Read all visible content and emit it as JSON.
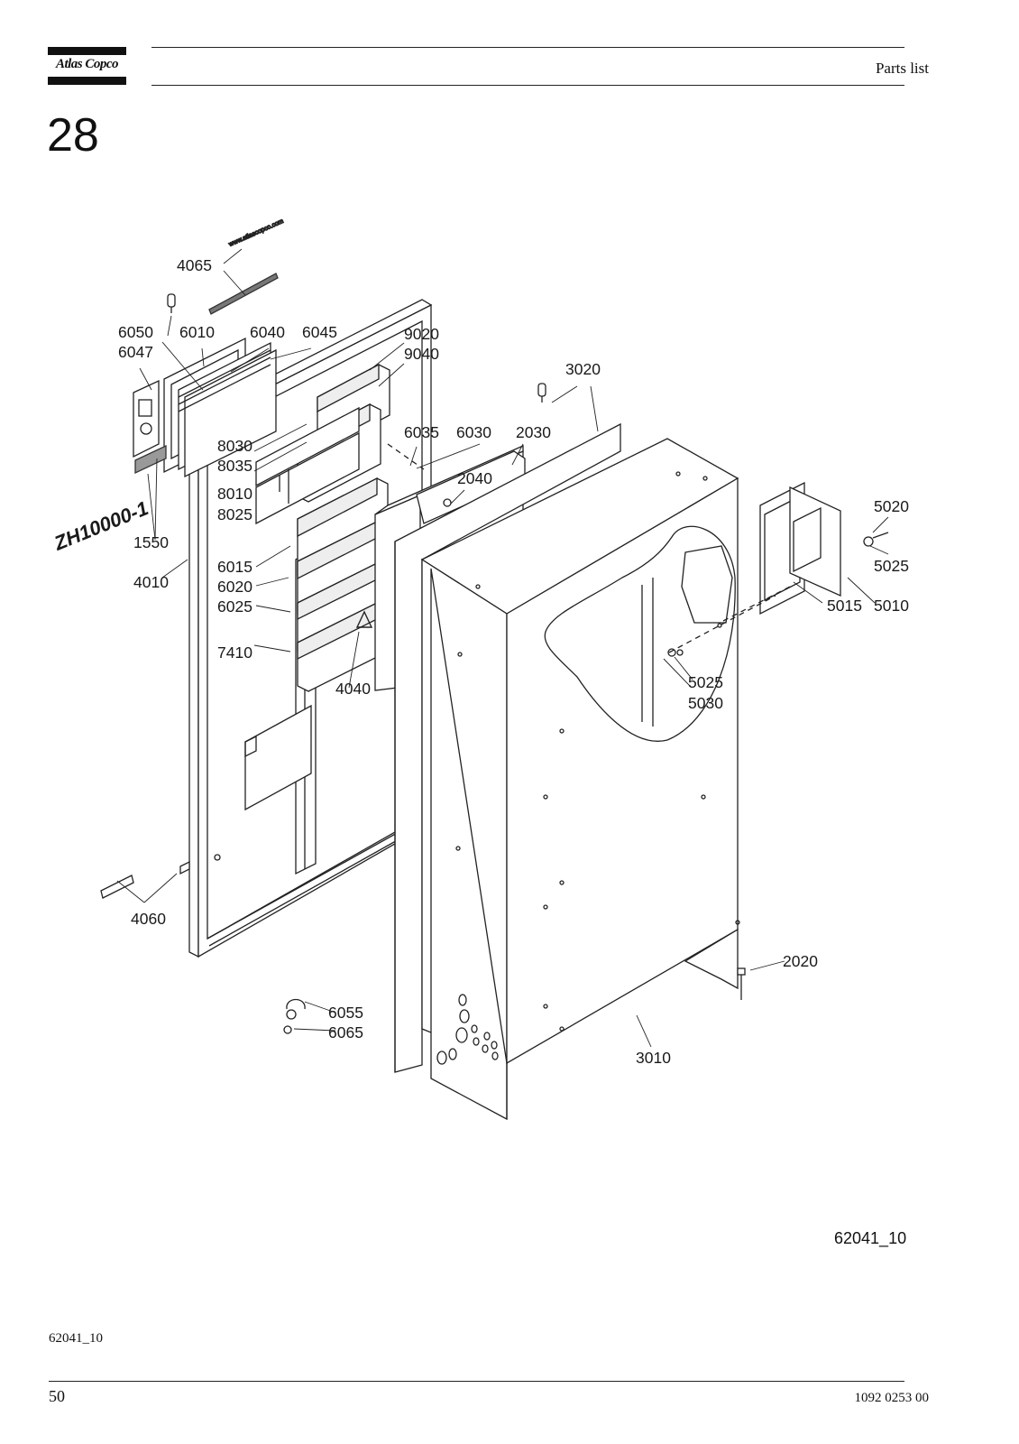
{
  "header": {
    "brand": "Atlas Copco",
    "title": "Parts list"
  },
  "section_number": "28",
  "diagram": {
    "labels": [
      {
        "id": "l4065",
        "text": "4065"
      },
      {
        "id": "l6050",
        "text": "6050"
      },
      {
        "id": "l6047",
        "text": "6047"
      },
      {
        "id": "l6010",
        "text": "6010"
      },
      {
        "id": "l6040",
        "text": "6040"
      },
      {
        "id": "l6045",
        "text": "6045"
      },
      {
        "id": "l9020",
        "text": "9020"
      },
      {
        "id": "l9040",
        "text": "9040"
      },
      {
        "id": "l3020",
        "text": "3020"
      },
      {
        "id": "l8030",
        "text": "8030"
      },
      {
        "id": "l8035",
        "text": "8035"
      },
      {
        "id": "l6035",
        "text": "6035"
      },
      {
        "id": "l6030",
        "text": "6030"
      },
      {
        "id": "l2030",
        "text": "2030"
      },
      {
        "id": "l2040",
        "text": "2040"
      },
      {
        "id": "l8010",
        "text": "8010"
      },
      {
        "id": "l8025",
        "text": "8025"
      },
      {
        "id": "l1550",
        "text": "1550"
      },
      {
        "id": "l4010",
        "text": "4010"
      },
      {
        "id": "l6015",
        "text": "6015"
      },
      {
        "id": "l6020",
        "text": "6020"
      },
      {
        "id": "l6025",
        "text": "6025"
      },
      {
        "id": "l7410",
        "text": "7410"
      },
      {
        "id": "l4040",
        "text": "4040"
      },
      {
        "id": "l5020",
        "text": "5020"
      },
      {
        "id": "l5025a",
        "text": "5025"
      },
      {
        "id": "l5015",
        "text": "5015"
      },
      {
        "id": "l5010",
        "text": "5010"
      },
      {
        "id": "l5025b",
        "text": "5025"
      },
      {
        "id": "l5030",
        "text": "5030"
      },
      {
        "id": "l4060",
        "text": "4060"
      },
      {
        "id": "l2020",
        "text": "2020"
      },
      {
        "id": "l6055",
        "text": "6055"
      },
      {
        "id": "l6065",
        "text": "6065"
      },
      {
        "id": "l3010",
        "text": "3010"
      }
    ],
    "product_sticker": "ZH10000-1",
    "decal_text": "www.atlascopco.com"
  },
  "figure_ref": "62041_10",
  "footer": {
    "ref": "62041_10",
    "page": "50",
    "doc_number": "1092 0253 00"
  }
}
